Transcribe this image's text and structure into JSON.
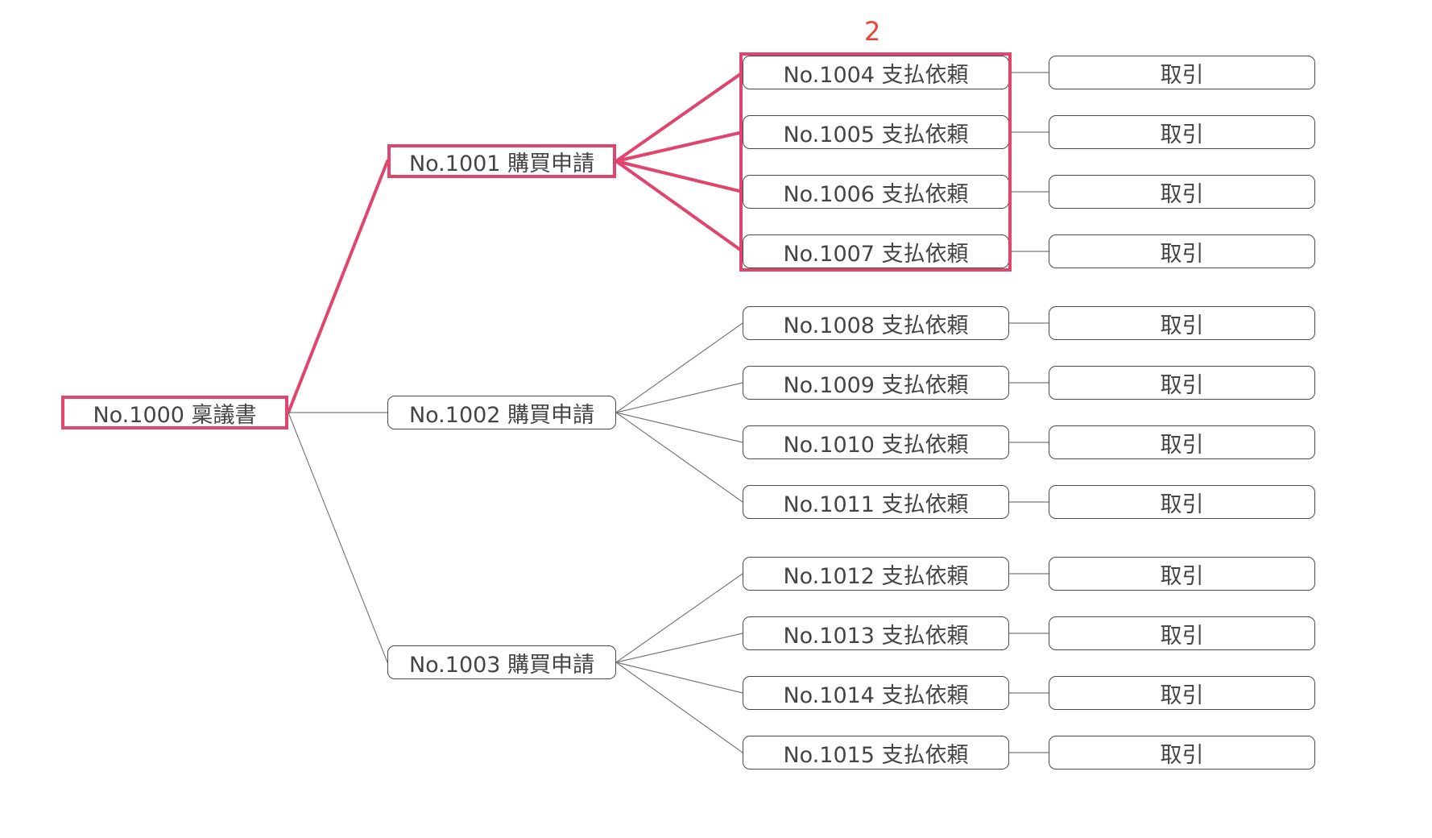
{
  "annotation": {
    "label": "2"
  },
  "highlight_color": "#e0456e",
  "annotation_color": "#e8443a",
  "edge_color": "#7a7a7a",
  "tree": {
    "root": {
      "id": "n1000",
      "label": "No.1000 稟議書"
    },
    "purchases": [
      {
        "id": "n1001",
        "label": "No.1001 購買申請"
      },
      {
        "id": "n1002",
        "label": "No.1002 購買申請"
      },
      {
        "id": "n1003",
        "label": "No.1003 購買申請"
      }
    ],
    "payments": [
      {
        "id": "n1004",
        "label": "No.1004 支払依頼",
        "parent": 0,
        "txn": "取引"
      },
      {
        "id": "n1005",
        "label": "No.1005 支払依頼",
        "parent": 0,
        "txn": "取引"
      },
      {
        "id": "n1006",
        "label": "No.1006 支払依頼",
        "parent": 0,
        "txn": "取引"
      },
      {
        "id": "n1007",
        "label": "No.1007 支払依頼",
        "parent": 0,
        "txn": "取引"
      },
      {
        "id": "n1008",
        "label": "No.1008 支払依頼",
        "parent": 1,
        "txn": "取引"
      },
      {
        "id": "n1009",
        "label": "No.1009 支払依頼",
        "parent": 1,
        "txn": "取引"
      },
      {
        "id": "n1010",
        "label": "No.1010 支払依頼",
        "parent": 1,
        "txn": "取引"
      },
      {
        "id": "n1011",
        "label": "No.1011 支払依頼",
        "parent": 1,
        "txn": "取引"
      },
      {
        "id": "n1012",
        "label": "No.1012 支払依頼",
        "parent": 2,
        "txn": "取引"
      },
      {
        "id": "n1013",
        "label": "No.1013 支払依頼",
        "parent": 2,
        "txn": "取引"
      },
      {
        "id": "n1014",
        "label": "No.1014 支払依頼",
        "parent": 2,
        "txn": "取引"
      },
      {
        "id": "n1015",
        "label": "No.1015 支払依頼",
        "parent": 2,
        "txn": "取引"
      }
    ],
    "highlighted": [
      "n1000",
      "n1001"
    ],
    "highlighted_group": [
      "n1004",
      "n1005",
      "n1006",
      "n1007"
    ]
  }
}
